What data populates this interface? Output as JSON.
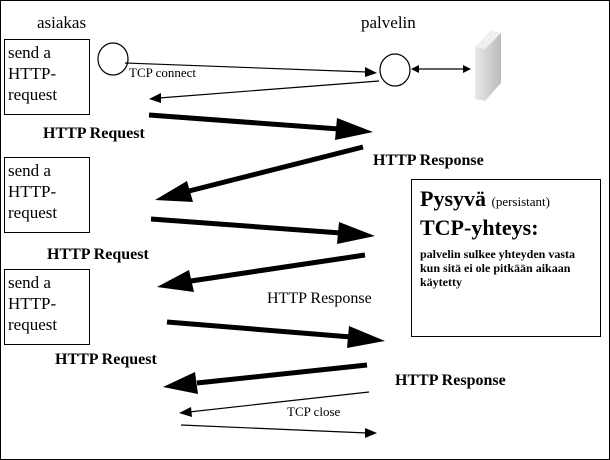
{
  "labels": {
    "client": "asiakas",
    "server": "palvelin"
  },
  "request_boxes": [
    {
      "line1": "send a",
      "line2": "HTTP-",
      "line3": "request"
    },
    {
      "line1": "send a",
      "line2": "HTTP-",
      "line3": "request"
    },
    {
      "line1": "send a",
      "line2": "HTTP-",
      "line3": "request"
    }
  ],
  "messages": {
    "tcp_connect": "TCP connect",
    "http_request_1": "HTTP Request",
    "http_response_1": "HTTP Response",
    "http_request_2": "HTTP Request",
    "http_response_2": "HTTP Response",
    "http_request_3": "HTTP Request",
    "http_response_3": "HTTP Response",
    "tcp_close": "TCP close"
  },
  "note": {
    "title": "Pysyvä",
    "title_sub": "(persistant)",
    "title2": "TCP-yhteys:",
    "body": "palvelin sulkee yhteyden vasta kun sitä ei ole pitkään aikaan käytetty"
  },
  "colors": {
    "line": "#000000",
    "server_device": "#c8c8c8"
  }
}
